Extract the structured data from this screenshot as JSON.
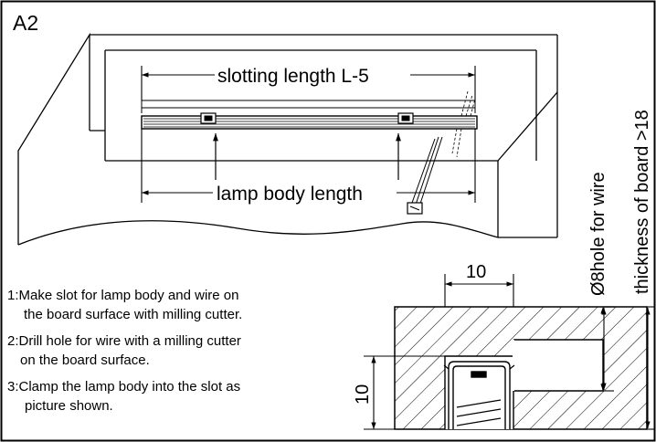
{
  "figure_id": "A2",
  "labels": {
    "slotting_length": "slotting length L-5",
    "lamp_body_length": "lamp body length",
    "hole_for_wire": "Ø8hole for wire",
    "board_thickness": "thickness of board >18",
    "dim_width": "10",
    "dim_depth": "10"
  },
  "steps": [
    {
      "line1": "1:Make slot for lamp body and wire  on",
      "line2": "the board surface with milling cutter."
    },
    {
      "line1": "2:Drill hole for wire with a milling cutter",
      "line2": "on the board surface."
    },
    {
      "line1": "3:Clamp the lamp body into the slot as",
      "line2": "picture shown."
    }
  ],
  "colors": {
    "line": "#000000",
    "background": "#ffffff"
  }
}
